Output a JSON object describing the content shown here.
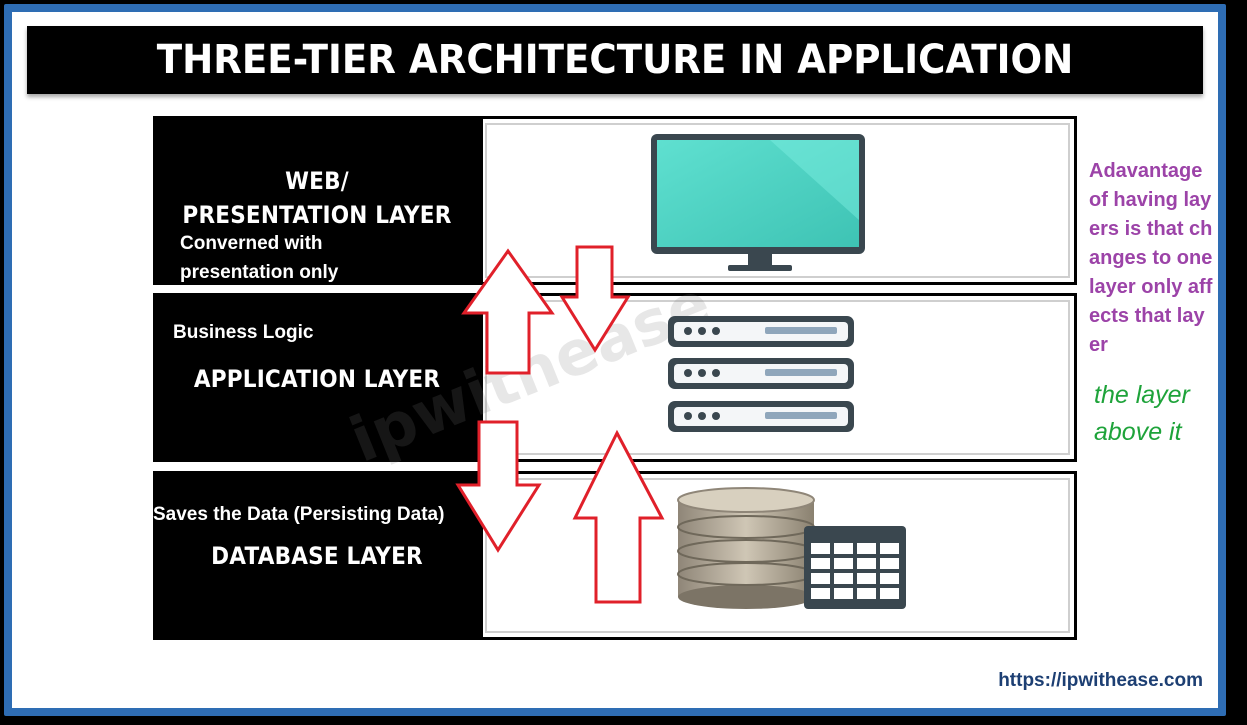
{
  "title": "THREE-TIER ARCHITECTURE IN APPLICATION",
  "layers": [
    {
      "title_line1": "WEB/",
      "title_line2": "PRESENTATION LAYER",
      "note": "Converned with presentation only"
    },
    {
      "note": "Business Logic",
      "title": "APPLICATION LAYER"
    },
    {
      "note": "Saves the Data (Persisting Data)",
      "title": "DATABASE LAYER"
    }
  ],
  "side_note": "Adavantage of having layers is that changes to one layer only affects that layer",
  "side_note_tail": "the layer above it",
  "url": "https://ipwithease.com",
  "watermark": "ipwithease",
  "colors": {
    "frame": "#2e6db4",
    "arrow": "#e0202a",
    "side_note": "#9c43a8",
    "tail_note": "#1ea33a",
    "url": "#1d3f73"
  },
  "icons": [
    "monitor-icon",
    "server-rack-icon",
    "database-table-icon",
    "arrow-up-icon",
    "arrow-down-icon"
  ]
}
